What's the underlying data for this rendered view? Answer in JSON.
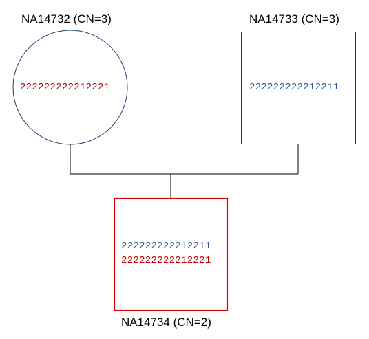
{
  "pedigree": {
    "mother": {
      "label": "NA14732 (CN=3)",
      "sequence": "222222222212221",
      "shape": "circle",
      "outline_color": "#1f3864",
      "sequence_color": "#c00000"
    },
    "father": {
      "label": "NA14733 (CN=3)",
      "sequence": "222222222212211",
      "shape": "square",
      "outline_color": "#1f3864",
      "sequence_color": "#2f5597"
    },
    "child": {
      "label": "NA14734 (CN=2)",
      "sequence_paternal": "222222222212211",
      "sequence_maternal": "222222222212221",
      "shape": "square",
      "outline_color": "#e00000",
      "paternal_color": "#2f5597",
      "maternal_color": "#c00000"
    }
  }
}
